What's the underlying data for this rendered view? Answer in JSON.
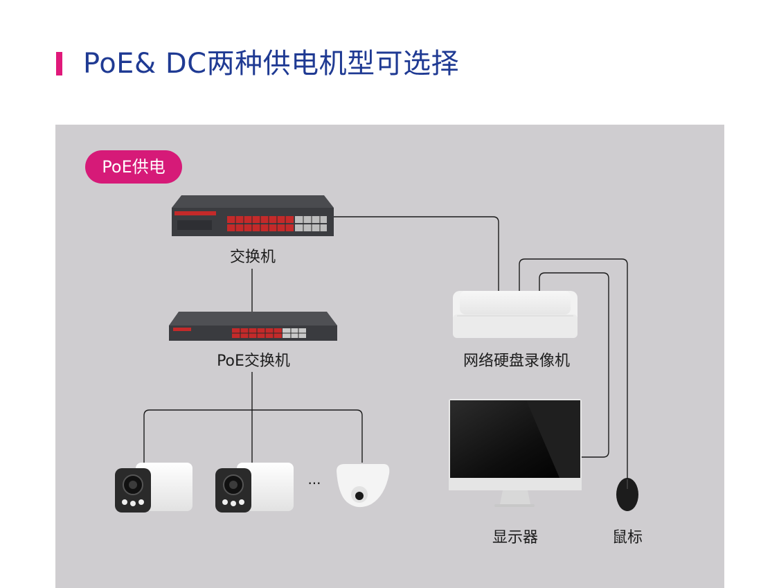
{
  "header": {
    "title": "PoE& DC两种供电机型可选择"
  },
  "panel": {
    "badge": "PoE供电",
    "devices": {
      "switch": "交换机",
      "poe_switch": "PoE交换机",
      "nvr": "网络硬盘录像机",
      "monitor": "显示器",
      "mouse": "鼠标"
    },
    "ellipsis": "···"
  },
  "colors": {
    "accent": "#e0197a",
    "title": "#1f3a93",
    "panel": "#cfcdd0"
  }
}
